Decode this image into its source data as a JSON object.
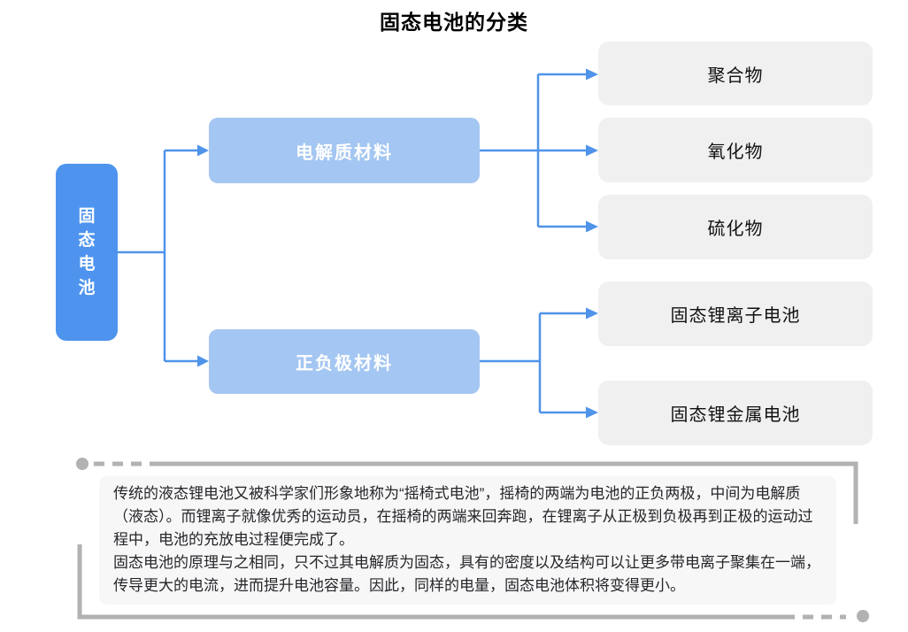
{
  "title": "固态电池的分类",
  "tree": {
    "root": {
      "label": "固态电池"
    },
    "branches": [
      {
        "label": "电解质材料",
        "children": [
          "聚合物",
          "氧化物",
          "硫化物"
        ]
      },
      {
        "label": "正负极材料",
        "children": [
          "固态锂离子电池",
          "固态锂金属电池"
        ]
      }
    ]
  },
  "note": {
    "paragraphs": [
      "传统的液态锂电池又被科学家们形象地称为“摇椅式电池”，摇椅的两端为电池的正负两极，中间为电解质（液态）。而锂离子就像优秀的运动员，在摇椅的两端来回奔跑，在锂离子从正极到负极再到正极的运动过程中，电池的充放电过程便完成了。",
      "固态电池的原理与之相同，只不过其电解质为固态，具有的密度以及结构可以让更多带电离子聚集在一端，传导更大的电流，进而提升电池容量。因此，同样的电量，固态电池体积将变得更小。"
    ]
  },
  "colors": {
    "root_fill": "#4e94ef",
    "branch_fill": "#a4c6f2",
    "leaf_fill": "#f0f0f1",
    "connector_blue": "#4f93ea",
    "frame_gray": "#b2b2b2",
    "note_background": "#f7f7f8",
    "root_text": "#ffffff",
    "leaf_text": "#111111"
  }
}
